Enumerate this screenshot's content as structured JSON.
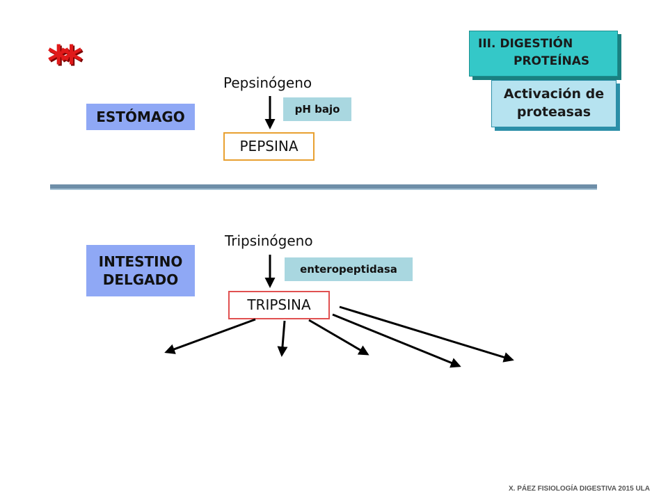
{
  "decoration": {
    "stars": "**"
  },
  "header": {
    "section_line1": "III. DIGESTIÓN",
    "section_line2": "PROTEÍNAS",
    "subtitle_line1": "Activación de",
    "subtitle_line2": "proteasas"
  },
  "stomach": {
    "organ": "ESTÓMAGO",
    "precursor": "Pepsinógeno",
    "condition": "pH bajo",
    "enzyme": "PEPSINA"
  },
  "intestine": {
    "organ_line1": "INTESTINO",
    "organ_line2": "DELGADO",
    "precursor": "Tripsinógeno",
    "condition": "enteropeptidasa",
    "enzyme": "TRIPSINA",
    "target_count": 5
  },
  "footer": {
    "credit": "X. PÁEZ   FISIOLOGÍA DIGESTIVA 2015 ULA"
  },
  "colors": {
    "organ_fill": "#8fa8f5",
    "condition_fill": "#a9d7e0",
    "title_fill": "#34c8c8",
    "subtitle_fill": "#b6e3f0",
    "pepsina_border": "#e8a030",
    "tripsina_border": "#e05050",
    "stars": "#e01a1a"
  }
}
